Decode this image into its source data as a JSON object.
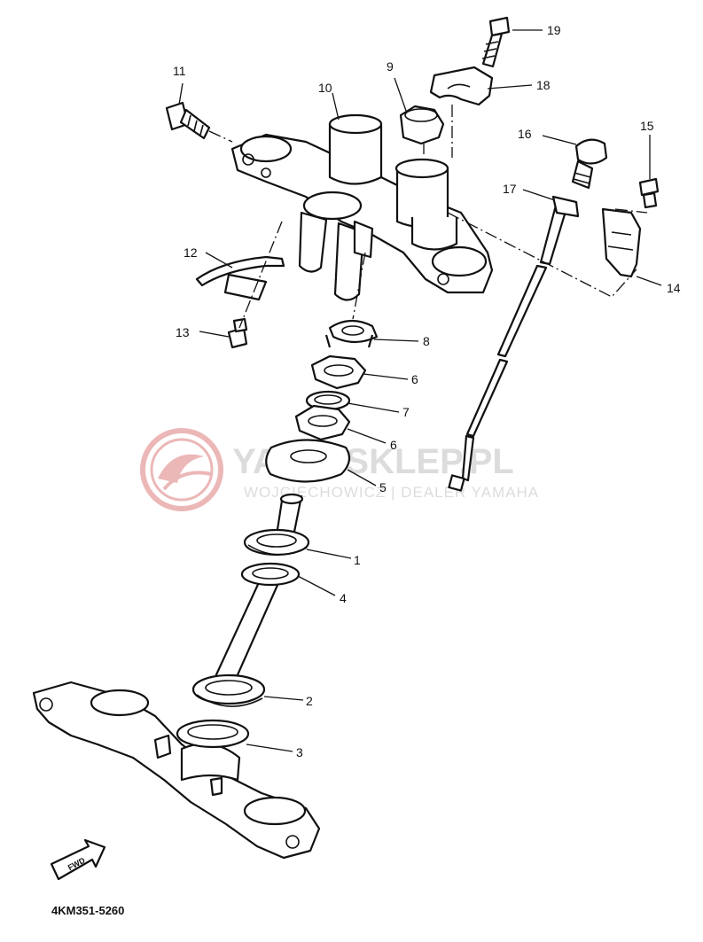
{
  "diagram": {
    "part_numbers": [
      "1",
      "2",
      "3",
      "4",
      "5",
      "6",
      "6",
      "7",
      "8",
      "9",
      "10",
      "11",
      "12",
      "13",
      "14",
      "15",
      "16",
      "17",
      "18",
      "19"
    ],
    "drawing_code": "4KM351-5260",
    "fwd_label": "FWD"
  },
  "watermark": {
    "main": "YAMA-SKLEP.PL",
    "sub": "WOJCIECHOWICZ | DEALER YAMAHA",
    "logo": "yamaha-style-logo-icon",
    "color": "#e8a6a6"
  }
}
